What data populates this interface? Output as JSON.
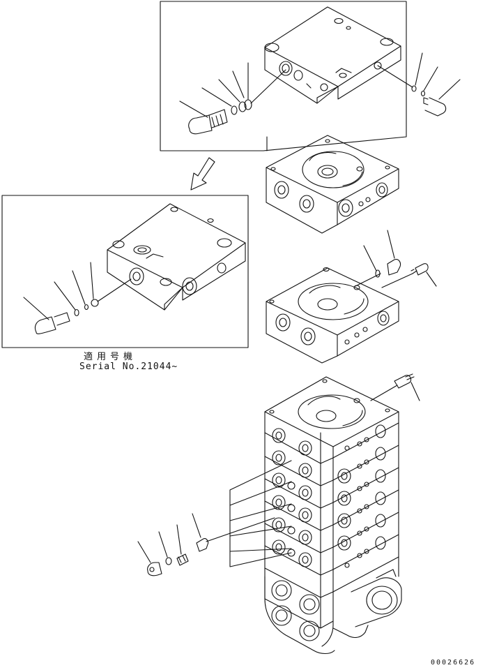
{
  "inset": {
    "applicable_label": "適用号機",
    "serial_label": "Serial No.21044~"
  },
  "footer": {
    "drawing_number": "00026626"
  },
  "colors": {
    "line": "#111111",
    "background": "#ffffff"
  }
}
